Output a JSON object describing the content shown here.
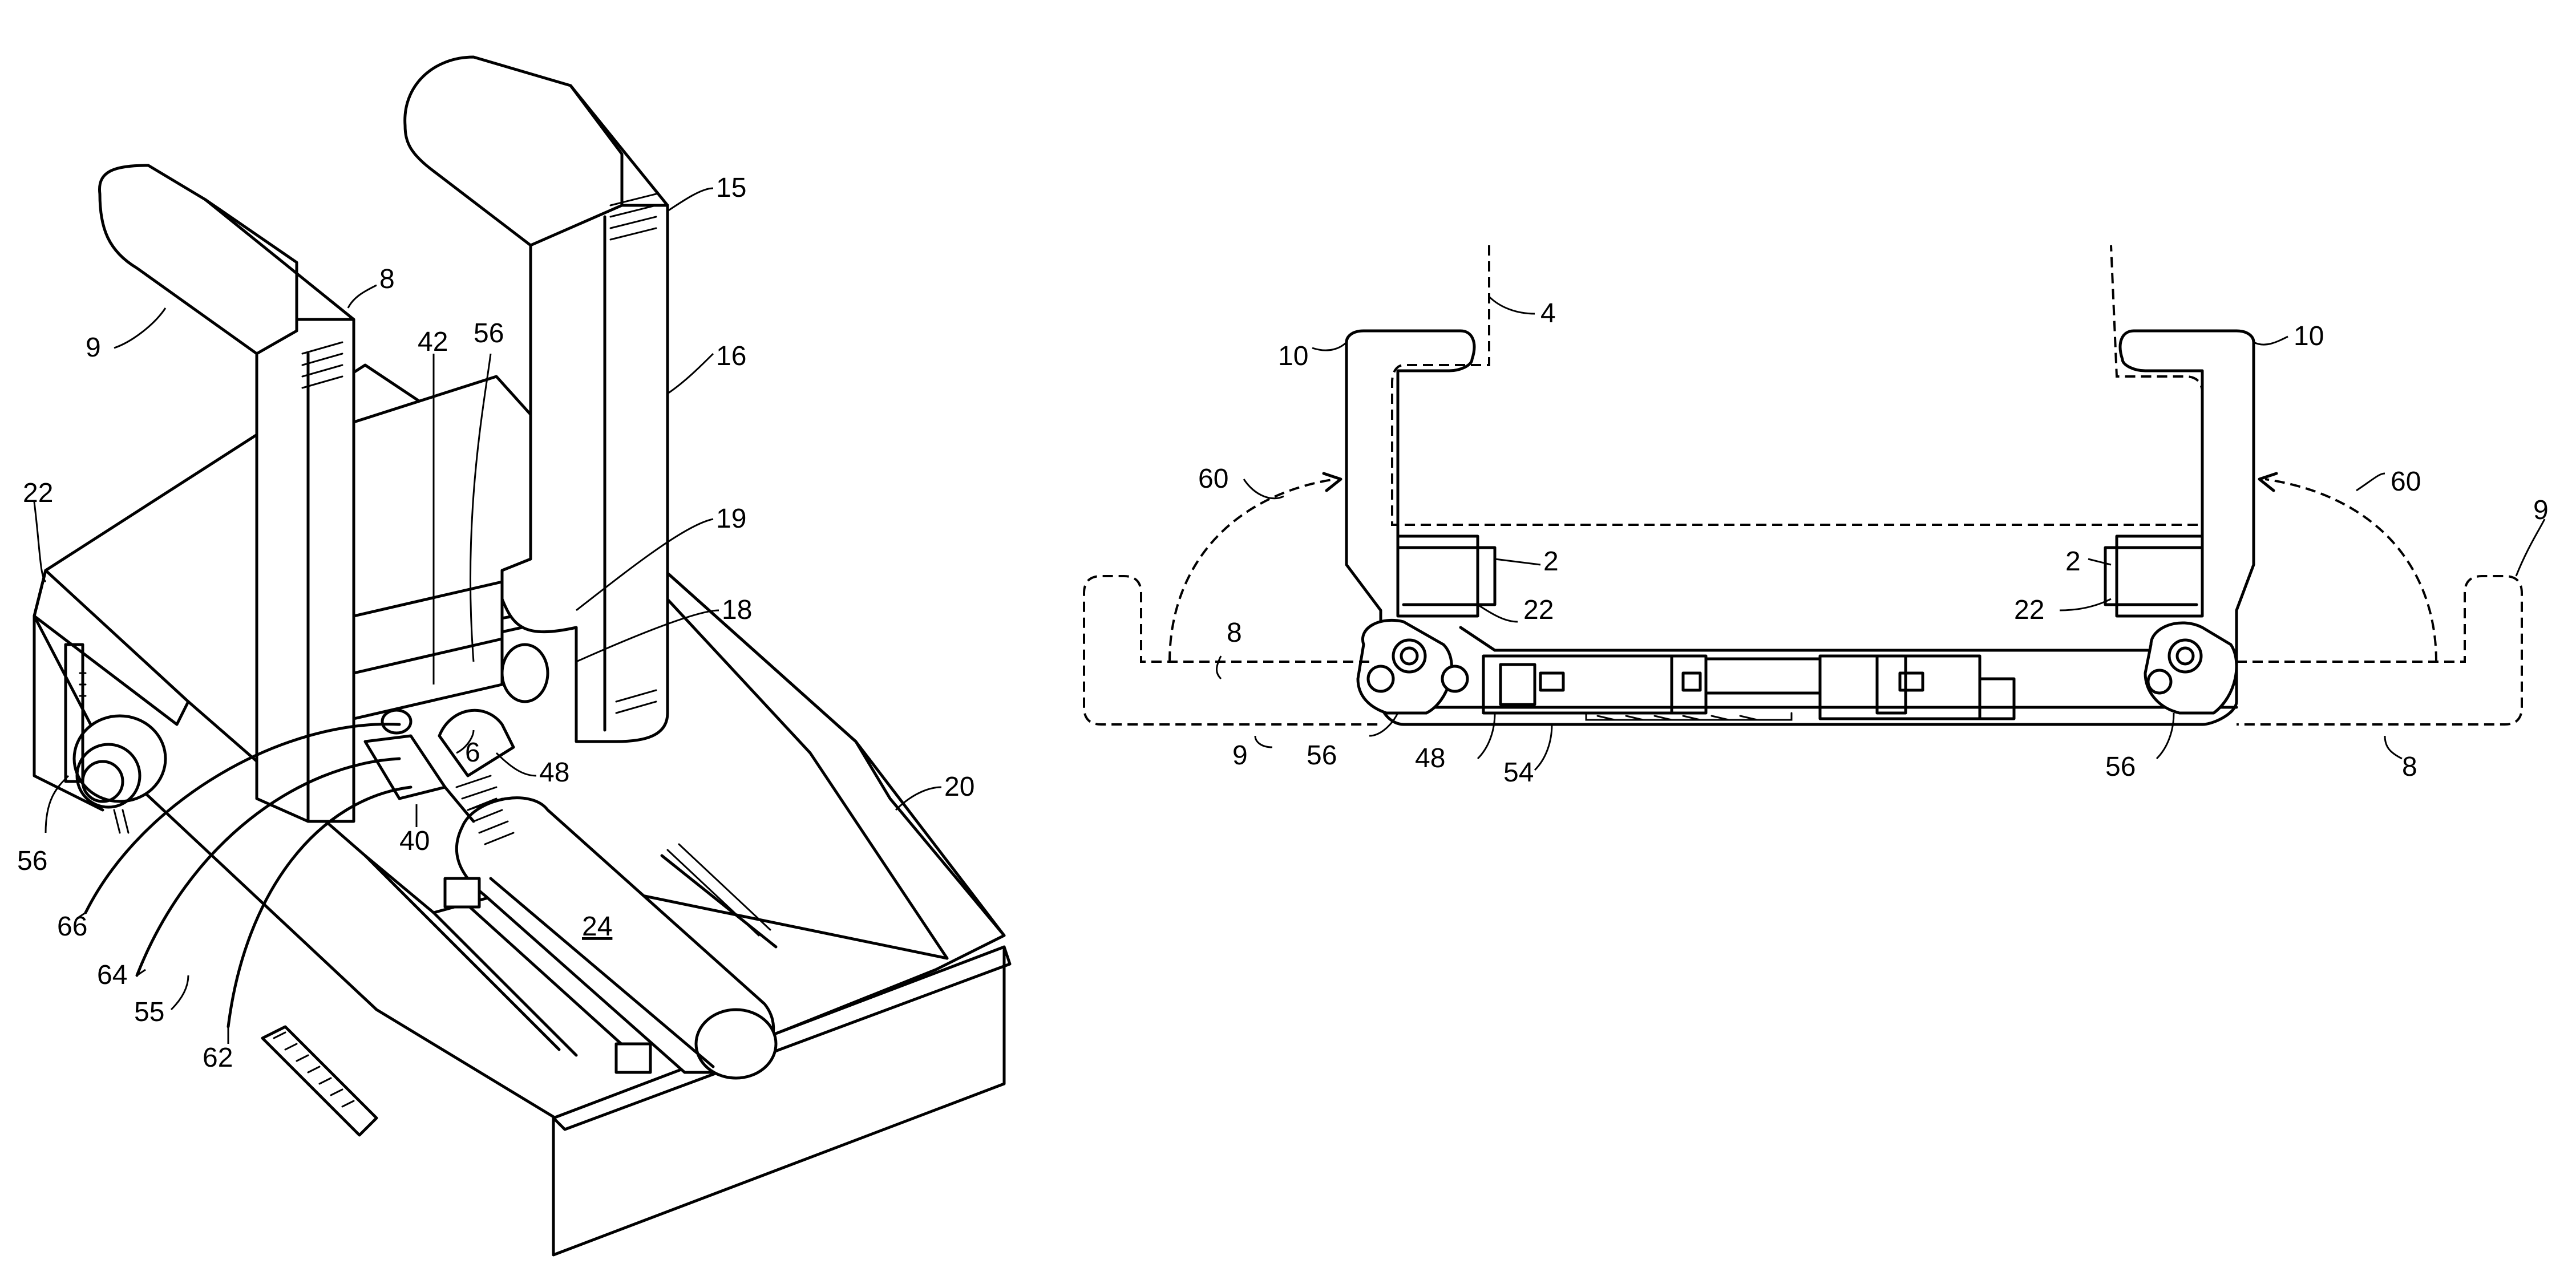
{
  "figure_left": {
    "labels": {
      "l9": "9",
      "l8": "8",
      "l42": "42",
      "l56a": "56",
      "l15": "15",
      "l16": "16",
      "l22": "22",
      "l19": "19",
      "l18": "18",
      "l6": "6",
      "l48": "48",
      "l40": "40",
      "l20": "20",
      "l24": "24",
      "l56b": "56",
      "l66": "66",
      "l64": "64",
      "l55": "55",
      "l62": "62"
    }
  },
  "figure_right": {
    "labels": {
      "l10a": "10",
      "l4": "4",
      "l10b": "10",
      "l60a": "60",
      "l60b": "60",
      "l9a": "9",
      "l2a": "2",
      "l2b": "2",
      "l22a": "22",
      "l22b": "22",
      "l8a": "8",
      "l56a": "56",
      "l48": "48",
      "l54": "54",
      "l9b": "9",
      "l56b": "56",
      "l8b": "8"
    }
  }
}
